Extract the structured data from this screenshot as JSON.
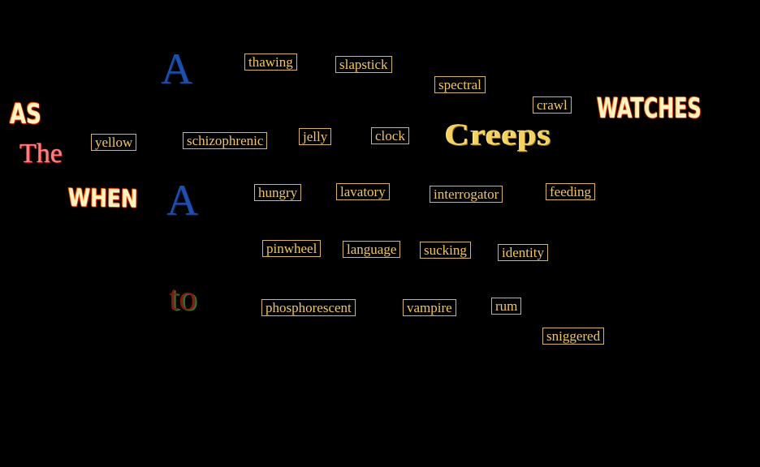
{
  "canvas": {
    "background": "#000000",
    "tile_text_color": "#f2c75c",
    "tile_border_color": "#d7b65a"
  },
  "styled_words": {
    "as": "AS",
    "the": "The",
    "when": "WHEN",
    "a_top": "A",
    "a_middle": "A",
    "creeps": "Creeps",
    "watches": "WATCHES",
    "to": "to"
  },
  "word_tiles": {
    "thawing": "thawing",
    "slapstick": "slapstick",
    "spectral": "spectral",
    "crawl": "crawl",
    "yellow": "yellow",
    "schizophrenic": "schizophrenic",
    "jelly": "jelly",
    "clock": "clock",
    "hungry": "hungry",
    "lavatory": "lavatory",
    "interrogator": "interrogator",
    "feeding": "feeding",
    "pinwheel": "pinwheel",
    "language": "language",
    "sucking": "sucking",
    "identity": "identity",
    "phosphorescent": "phosphorescent",
    "vampire": "vampire",
    "rum": "rum",
    "sniggered": "sniggered"
  }
}
